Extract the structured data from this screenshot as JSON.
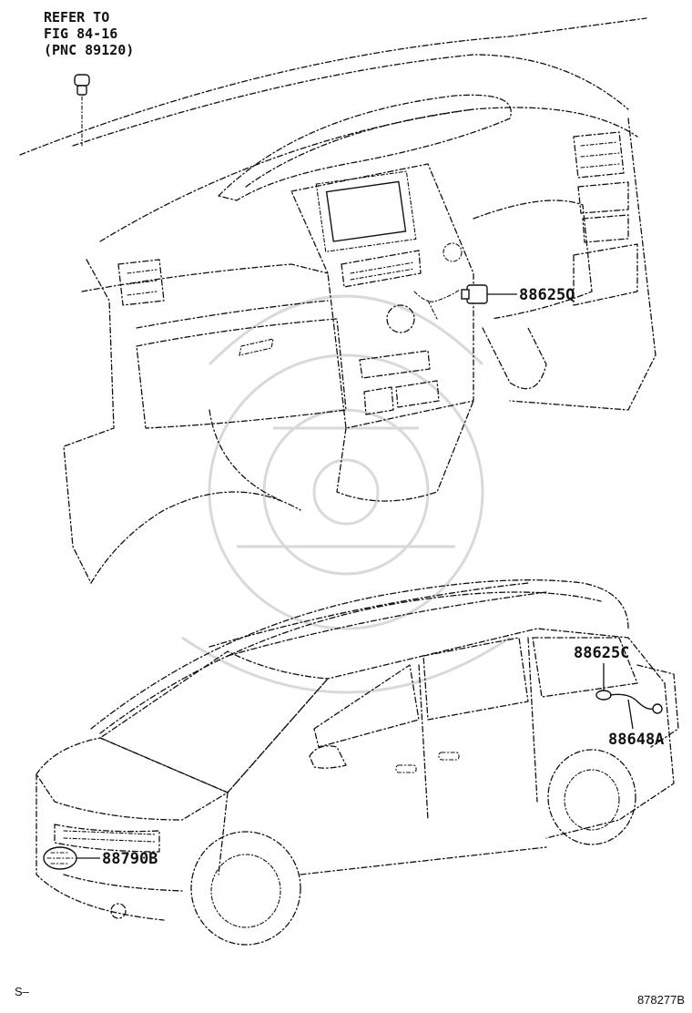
{
  "reference_note": {
    "line1": "REFER TO",
    "line2": "FIG 84-16",
    "line3": "(PNC 89120)"
  },
  "parts": [
    {
      "id": "88625Q"
    },
    {
      "id": "88625C"
    },
    {
      "id": "88648A"
    },
    {
      "id": "88790B"
    }
  ],
  "footer": {
    "left_mark": "S–",
    "figure_code": "878277B"
  }
}
